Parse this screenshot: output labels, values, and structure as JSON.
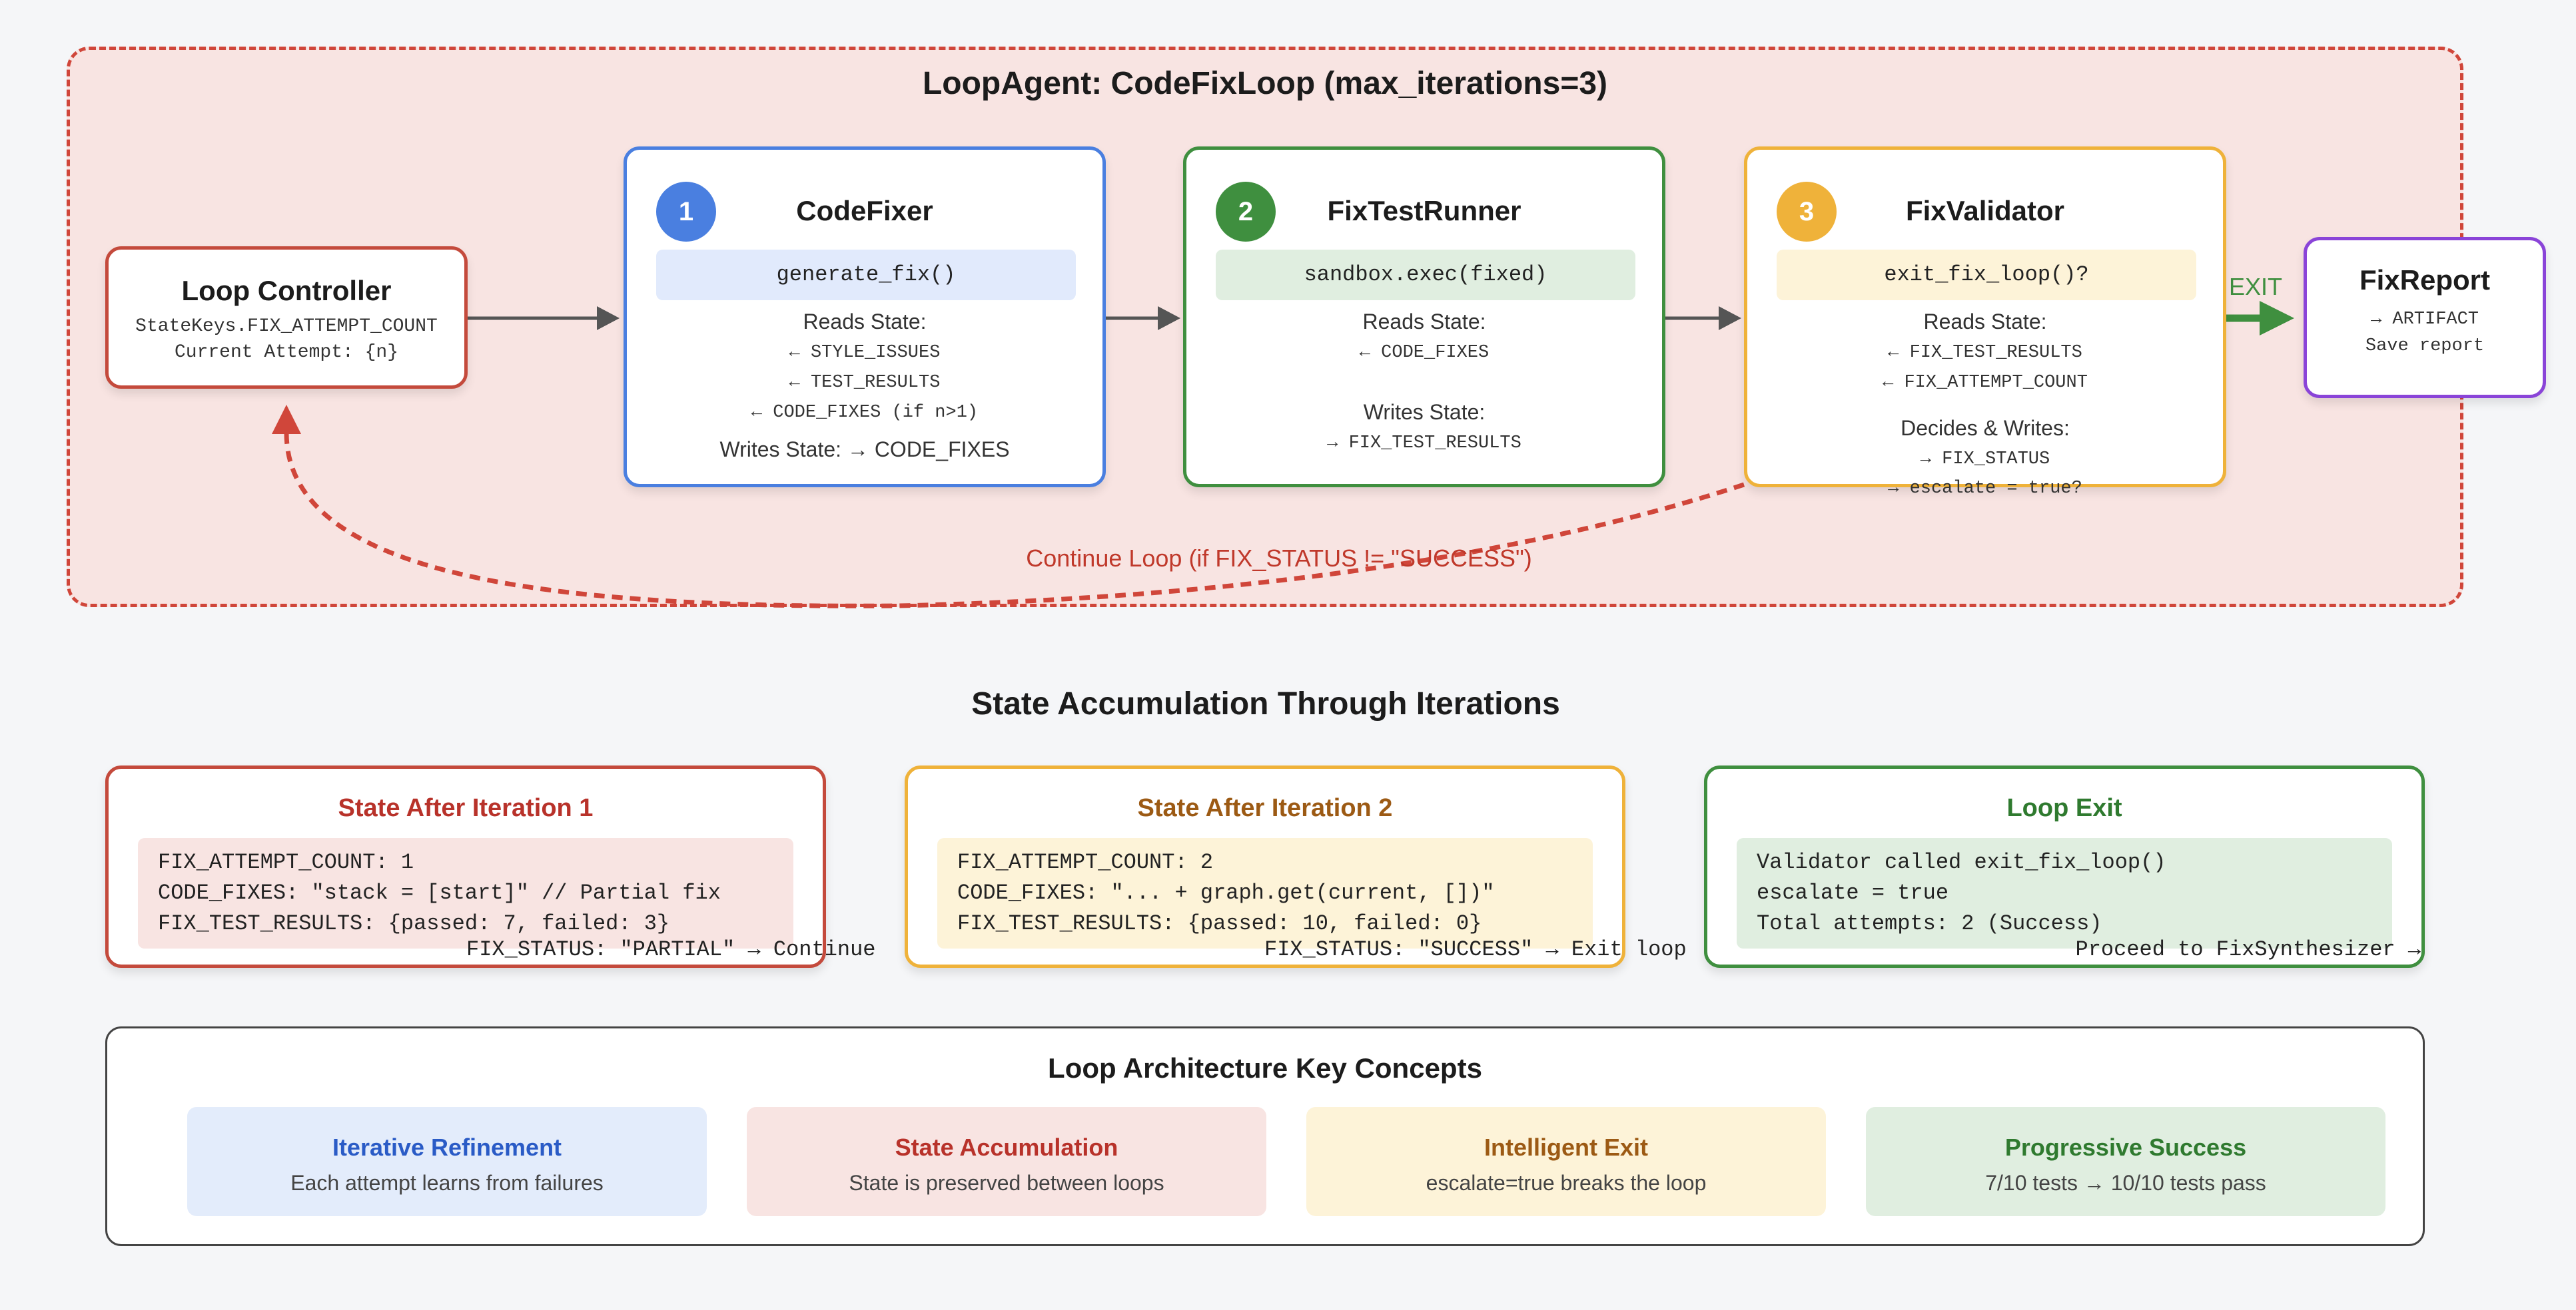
{
  "loop": {
    "title": "LoopAgent: CodeFixLoop (max_iterations=3)",
    "continue_label": "Continue Loop (if FIX_STATUS != \"SUCCESS\")",
    "exit_label": "EXIT"
  },
  "controller": {
    "title": "Loop Controller",
    "line1": "StateKeys.FIX_ATTEMPT_COUNT",
    "line2": "Current Attempt: {n}"
  },
  "agents": [
    {
      "badge": "1",
      "title": "CodeFixer",
      "call": "generate_fix()",
      "reads_label": "Reads State:",
      "reads": [
        "← STYLE_ISSUES",
        "← TEST_RESULTS",
        "← CODE_FIXES (if n>1)"
      ],
      "writes": "Writes State: → CODE_FIXES"
    },
    {
      "badge": "2",
      "title": "FixTestRunner",
      "call": "sandbox.exec(fixed)",
      "reads_label": "Reads State:",
      "reads": [
        "← CODE_FIXES"
      ],
      "writes_label": "Writes State:",
      "writes": "→ FIX_TEST_RESULTS"
    },
    {
      "badge": "3",
      "title": "FixValidator",
      "call": "exit_fix_loop()?",
      "reads_label": "Reads State:",
      "reads": [
        "← FIX_TEST_RESULTS",
        "← FIX_ATTEMPT_COUNT"
      ],
      "decides_label": "Decides & Writes:",
      "decides": [
        "→ FIX_STATUS",
        "→ escalate = true?"
      ]
    }
  ],
  "report": {
    "title": "FixReport",
    "line1": "→ ARTIFACT",
    "line2": "Save report"
  },
  "states": {
    "title": "State Accumulation Through Iterations",
    "cards": [
      {
        "title": "State After Iteration 1",
        "lines": [
          "FIX_ATTEMPT_COUNT: 1",
          "CODE_FIXES: \"stack = [start]\" // Partial fix",
          "FIX_TEST_RESULTS: {passed: 7, failed: 3}"
        ],
        "footer": "FIX_STATUS: \"PARTIAL\" → Continue ↓"
      },
      {
        "title": "State After Iteration 2",
        "lines": [
          "FIX_ATTEMPT_COUNT: 2",
          "CODE_FIXES: \"... + graph.get(current, [])\"",
          "FIX_TEST_RESULTS: {passed: 10, failed: 0}"
        ],
        "footer": "FIX_STATUS: \"SUCCESS\" → Exit loop"
      },
      {
        "title": "Loop Exit",
        "lines": [
          "Validator called exit_fix_loop()",
          "escalate = true",
          "Total attempts: 2 (Success)"
        ],
        "footer": "Proceed to FixSynthesizer →"
      }
    ]
  },
  "concepts": {
    "title": "Loop Architecture Key Concepts",
    "items": [
      {
        "title": "Iterative Refinement",
        "desc": "Each attempt learns from failures"
      },
      {
        "title": "State Accumulation",
        "desc": "State is preserved between loops"
      },
      {
        "title": "Intelligent Exit",
        "desc": "escalate=true breaks the loop"
      },
      {
        "title": "Progressive Success",
        "desc": "7/10 tests → 10/10 tests pass"
      }
    ]
  },
  "colors": {
    "red": "#d0463a",
    "blue": "#4a7fe0",
    "green": "#3f8f3f",
    "orange": "#efb23a",
    "purple": "#8a44d8"
  }
}
